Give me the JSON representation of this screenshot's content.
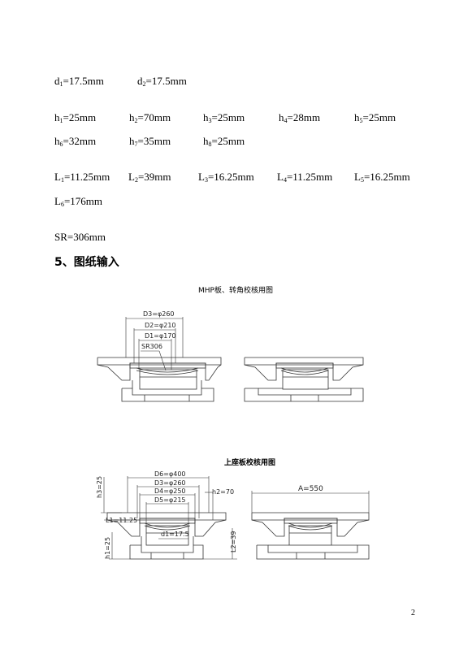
{
  "params": {
    "d": [
      {
        "sym": "d",
        "sub": "1",
        "val": "=17.5mm"
      },
      {
        "sym": "d",
        "sub": "2",
        "val": "=17.5mm"
      }
    ],
    "h_row1": [
      {
        "sym": "h",
        "sub": "1",
        "val": "=25mm"
      },
      {
        "sym": "h",
        "sub": "2",
        "val": "=70mm"
      },
      {
        "sym": "h",
        "sub": "3",
        "val": "=25mm"
      },
      {
        "sym": "h",
        "sub": "4",
        "val": "=28mm"
      },
      {
        "sym": "h",
        "sub": "5",
        "val": "=25mm"
      }
    ],
    "h_row2": [
      {
        "sym": "h",
        "sub": "6",
        "val": "=32mm"
      },
      {
        "sym": "h",
        "sub": "7",
        "val": "=35mm"
      },
      {
        "sym": "h",
        "sub": "8",
        "val": "=25mm"
      }
    ],
    "L_row1": [
      {
        "sym": "L",
        "sub": "1",
        "val": "=11.25mm"
      },
      {
        "sym": "L",
        "sub": "2",
        "val": "=39mm"
      },
      {
        "sym": "L",
        "sub": "3",
        "val": "=16.25mm"
      },
      {
        "sym": "L",
        "sub": "4",
        "val": "=11.25mm"
      },
      {
        "sym": "L",
        "sub": "5",
        "val": "=16.25mm"
      }
    ],
    "L_row2": [
      {
        "sym": "L",
        "sub": "6",
        "val": "=176mm"
      }
    ],
    "sr": "SR=306mm"
  },
  "section_heading": "5、图纸输入",
  "figure1": {
    "title": "MHP板、转角校核用图",
    "labels": {
      "d3": "D3=φ260",
      "d2": "D2=φ210",
      "d1": "D1=φ170",
      "sr": "SR306"
    }
  },
  "figure2": {
    "title": "上座板校核用图",
    "labels": {
      "d6": "D6=φ400",
      "d3": "D3=φ260",
      "d4": "D4=φ250",
      "d5": "D5=φ215",
      "h2": "h2=70",
      "h3": "h3=25",
      "l1": "L1=11.25",
      "d1": "d1=17.5",
      "h1": "h1=25",
      "l2": "L2=39",
      "a": "A=550"
    }
  },
  "page_number": "2"
}
